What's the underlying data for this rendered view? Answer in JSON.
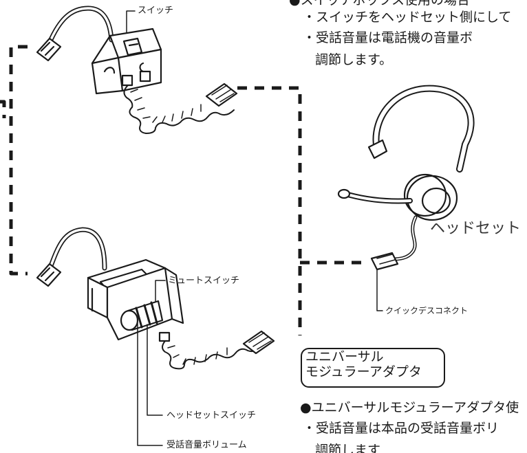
{
  "labels": {
    "switch": "スイッチ",
    "mute_switch": "ミュートスイッチ",
    "headset_switch": "ヘッドセットスイッチ",
    "volume": "受話音量ボリューム",
    "headset": "ヘッドセット",
    "quick_disconnect": "クイックデスコネクト",
    "adapter_line1": "ユニバーサル",
    "adapter_line2": "モジュラーアダプタ"
  },
  "text_top": {
    "line0": "●スイッチボックス使用の場合",
    "line1": "・スイッチをヘッドセット側にして",
    "line2": "・受話音量は電話機の音量ボ",
    "line3": "調節します。"
  },
  "text_bottom": {
    "line1": "●ユニバーサルモジュラーアダプタ使",
    "line2": "・受話音量は本品の受話音量ボリ",
    "line3": "調節します"
  }
}
